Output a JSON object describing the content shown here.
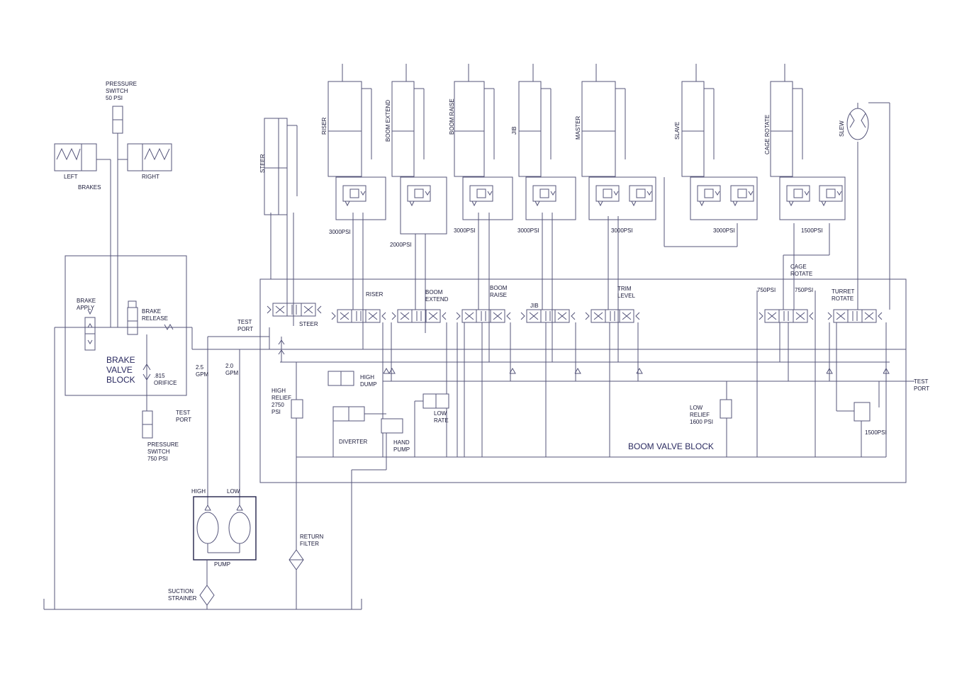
{
  "diagram": {
    "cylinder_labels": [
      "STEER",
      "RISER",
      "BOOM EXTEND",
      "BOOM RAISE",
      "JIB",
      "MASTER",
      "SLAVE",
      "CAGE ROTATE",
      "SLEW"
    ],
    "relief_labels": [
      "3000PSI",
      "2000PSI",
      "3000PSI",
      "3000PSI",
      "3000PSI",
      "3000PSI",
      "1500PSI"
    ],
    "valve_labels": {
      "steer": "STEER",
      "riser": "RISER",
      "boom_extend": [
        "BOOM",
        "EXTEND"
      ],
      "boom_raise": [
        "BOOM",
        "RAISE"
      ],
      "jib": "JIB",
      "trim_level": [
        "TRIM",
        "LEVEL"
      ],
      "cage_rotate": [
        "CAGE",
        "ROTATE"
      ],
      "cage_750_left": "750PSI",
      "cage_750_right": "750PSI",
      "turret_rotate": [
        "TURRET",
        "ROTATE"
      ]
    },
    "brake": {
      "pressure_switch_top": [
        "PRESSURE",
        "SWITCH",
        "50 PSI"
      ],
      "left": "LEFT",
      "brakes": "BRAKES",
      "right": "RIGHT",
      "brake_apply": [
        "BRAKE",
        "APPLY"
      ],
      "brake_release": [
        "BRAKE",
        "RELEASE"
      ],
      "block": [
        "BRAKE",
        "VALVE",
        "BLOCK"
      ],
      "orifice": [
        ".815",
        "ORIFICE"
      ],
      "test_port": [
        "TEST",
        "PORT"
      ],
      "pressure_switch_bottom": [
        "PRESSURE",
        "SWITCH",
        "750 PSI"
      ]
    },
    "supply": {
      "test_port_top": [
        "TEST",
        "PORT"
      ],
      "flow_high": [
        "2.5",
        "GPM"
      ],
      "flow_low": [
        "2.0",
        "GPM"
      ],
      "high_relief": [
        "HIGH",
        "RELIEF",
        "2750",
        "PSI"
      ],
      "high_dump": [
        "HIGH",
        "DUMP"
      ],
      "diverter": "DIVERTER",
      "hand_pump": [
        "HAND",
        "PUMP"
      ],
      "low_rate": [
        "LOW",
        "RATE"
      ],
      "low_relief": [
        "LOW",
        "RELIEF",
        "1600 PSI"
      ],
      "turret_relief": "1500PSI",
      "test_port_right": [
        "TEST",
        "PORT"
      ],
      "boom_valve_block": "BOOM VALVE BLOCK"
    },
    "pump": {
      "high": "HIGH",
      "low": "LOW",
      "pump": "PUMP",
      "return_filter": [
        "RETURN",
        "FILTER"
      ],
      "suction_strainer": [
        "SUCTION",
        "STRAINER"
      ]
    }
  }
}
